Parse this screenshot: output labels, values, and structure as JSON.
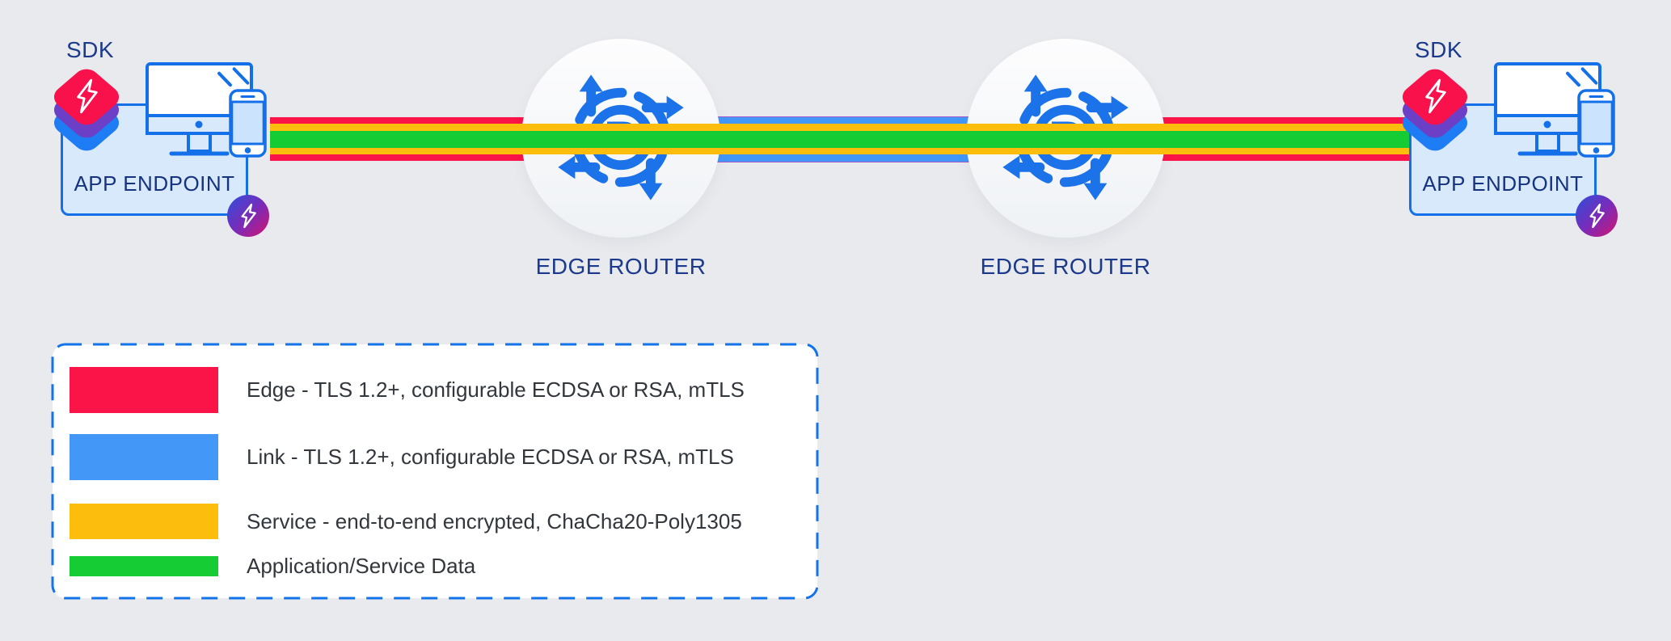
{
  "colors": {
    "background": "#E8EAEE",
    "edge_red": "#FB1448",
    "link_blue": "#4297F7",
    "link_purple_edge": "#A85BC8",
    "service_yellow": "#FCBD0C",
    "data_green": "#15CC35",
    "outline_blue": "#1470E8",
    "navy_label": "#1C3A8C",
    "legend_border_blue": "#1373E8"
  },
  "endpoints": {
    "left": {
      "sdk_label": "SDK",
      "label": "APP ENDPOINT"
    },
    "right": {
      "sdk_label": "SDK",
      "label": "APP ENDPOINT"
    }
  },
  "routers": {
    "left": {
      "label": "EDGE ROUTER",
      "icon_letter": "R"
    },
    "right": {
      "label": "EDGE ROUTER",
      "icon_letter": "R"
    }
  },
  "icons": {
    "sdk_stack": "layered-rounded-diamonds-red-purple-blue",
    "lightning_bolt": "white-outline-zigzag-bolt",
    "monitor": "desktop-monitor-outline",
    "phone": "smartphone-outline",
    "edge_router": "circular-arrows-with-R",
    "badge": "gradient-circle-with-bolt"
  },
  "legend": {
    "items": [
      {
        "name": "edge",
        "color": "#FB1448",
        "label": "Edge - TLS 1.2+, configurable ECDSA or RSA, mTLS"
      },
      {
        "name": "link",
        "color": "#4297F7",
        "label": "Link - TLS 1.2+, configurable ECDSA or RSA, mTLS"
      },
      {
        "name": "service",
        "color": "#FCBD0C",
        "label": "Service - end-to-end encrypted, ChaCha20-Poly1305"
      },
      {
        "name": "application",
        "color": "#15CC35",
        "label": "Application/Service Data"
      }
    ]
  }
}
